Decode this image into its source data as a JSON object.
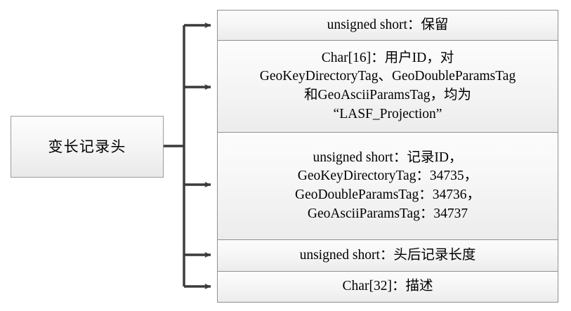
{
  "diagram": {
    "type": "bracket-branch-diagram",
    "source": {
      "label": "变长记录头"
    },
    "branch_count": 5,
    "fields": [
      {
        "name": "reserved-field",
        "text": "unsigned short：保留"
      },
      {
        "name": "user-id-field",
        "text": "Char[16]：用户ID，对\nGeoKeyDirectoryTag、GeoDoubleParamsTag\n和GeoAsciiParamsTag，均为\n“LASF_Projection”"
      },
      {
        "name": "record-id-field",
        "text": "unsigned short：记录ID，\nGeoKeyDirectoryTag：34735，\nGeoDoubleParamsTag：34736，\nGeoAsciiParamsTag：34737"
      },
      {
        "name": "record-length-after-header-field",
        "text": "unsigned short：头后记录长度"
      },
      {
        "name": "description-field",
        "text": "Char[32]：描述"
      }
    ],
    "colors": {
      "box_border": "#8f8f8f",
      "box_fill_top": "#fcfcfc",
      "box_fill_bottom": "#ececec",
      "connector": "#3a3a3a",
      "text": "#000000",
      "background": "#ffffff"
    }
  }
}
